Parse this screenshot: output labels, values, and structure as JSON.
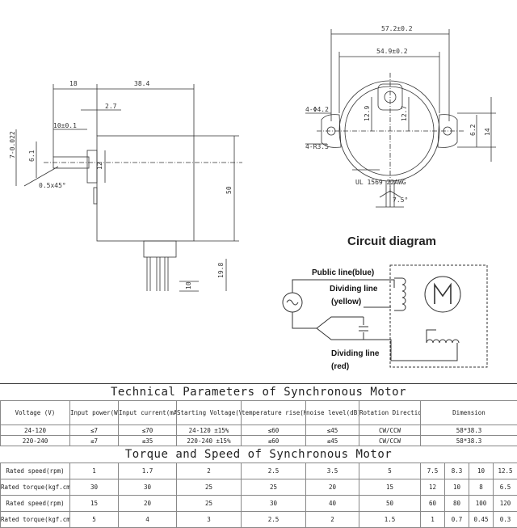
{
  "drawing": {
    "side_view": {
      "dims": [
        "18",
        "38.4",
        "2.7",
        "10±0.1",
        "6.1",
        "7-0.022",
        "0.5x45°",
        "12",
        "50",
        "19.8",
        "10"
      ]
    },
    "front_view": {
      "dims": [
        "57.2±0.2",
        "54.9±0.2",
        "4-Φ4.2",
        "12.9",
        "12.7",
        "4-R3.5",
        "6.2",
        "14",
        "7.5°",
        "UL 1569 22AWG"
      ]
    }
  },
  "circuit": {
    "title": "Circuit diagram",
    "public_line": "Public line(blue)",
    "dividing_line_1": "Dividing line",
    "yellow": "(yellow)",
    "dividing_line_2": "Dividing line",
    "red": "(red)"
  },
  "params_table": {
    "title": "Technical Parameters of Synchronous Motor",
    "headers": [
      "Voltage (V)",
      "Input power(W)",
      "Input current(mA)",
      "Starting Voltage(V)",
      "temperature rise(K)",
      "noise level(dB)",
      "Rotation Direction",
      "Dimension"
    ],
    "rows": [
      [
        "24-120",
        "≤7",
        "≤70",
        "24-120 ±15%",
        "≤60",
        "≤45",
        "CW/CCW",
        "58*38.3"
      ],
      [
        "220-240",
        "≤7",
        "≤35",
        "220-240 ±15%",
        "≤60",
        "≤45",
        "CW/CCW",
        "58*38.3"
      ]
    ]
  },
  "torque_table": {
    "title": "Torque and Speed of Synchronous Motor",
    "rows": [
      [
        "Rated speed(rpm)",
        "1",
        "1.7",
        "2",
        "2.5",
        "3.5",
        "5",
        "7.5",
        "8.3",
        "10",
        "12.5"
      ],
      [
        "Rated torque(kgf.cm)",
        "30",
        "30",
        "25",
        "25",
        "20",
        "15",
        "12",
        "10",
        "8",
        "6.5"
      ],
      [
        "Rated speed(rpm)",
        "15",
        "20",
        "25",
        "30",
        "40",
        "50",
        "60",
        "80",
        "100",
        "120"
      ],
      [
        "Rated torque(kgf.cm)",
        "5",
        "4",
        "3",
        "2.5",
        "2",
        "1.5",
        "1",
        "0.7",
        "0.45",
        "0.3"
      ]
    ]
  }
}
